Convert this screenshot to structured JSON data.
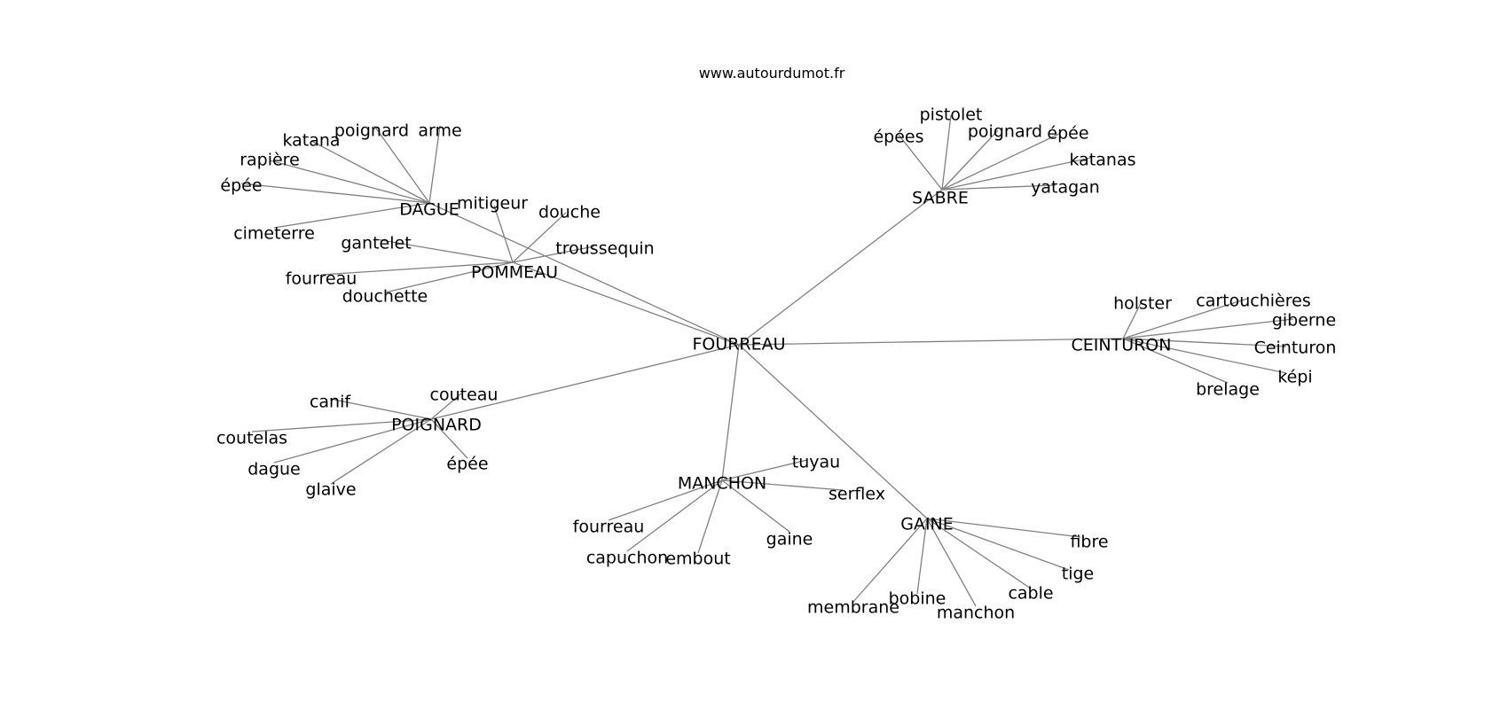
{
  "header": {
    "site": "www.autourdumot.fr"
  },
  "graph": {
    "center": {
      "id": "FOURREAU",
      "label": "FOURREAU"
    },
    "groups": [
      {
        "id": "DAGUE",
        "label": "DAGUE",
        "leaves": [
          "katana",
          "poignard",
          "arme",
          "rapière",
          "épée",
          "cimeterre"
        ]
      },
      {
        "id": "POMMEAU",
        "label": "POMMEAU",
        "leaves": [
          "mitigeur",
          "douche",
          "troussequin",
          "gantelet",
          "fourreau",
          "douchette"
        ]
      },
      {
        "id": "SABRE",
        "label": "SABRE",
        "leaves": [
          "pistolet",
          "épées",
          "poignard",
          "épée",
          "katanas",
          "yatagan"
        ]
      },
      {
        "id": "CEINTURON",
        "label": "CEINTURON",
        "leaves": [
          "holster",
          "cartouchières",
          "giberne",
          "Ceinturon",
          "képi",
          "brelage"
        ]
      },
      {
        "id": "POIGNARD",
        "label": "POIGNARD",
        "leaves": [
          "couteau",
          "canif",
          "coutelas",
          "dague",
          "glaive",
          "épée"
        ]
      },
      {
        "id": "MANCHON",
        "label": "MANCHON",
        "leaves": [
          "tuyau",
          "serflex",
          "fourreau",
          "capuchon",
          "embout",
          "gaine"
        ]
      },
      {
        "id": "GAINE",
        "label": "GAINE",
        "leaves": [
          "fibre",
          "tige",
          "cable",
          "manchon",
          "bobine",
          "membrane"
        ]
      }
    ]
  }
}
